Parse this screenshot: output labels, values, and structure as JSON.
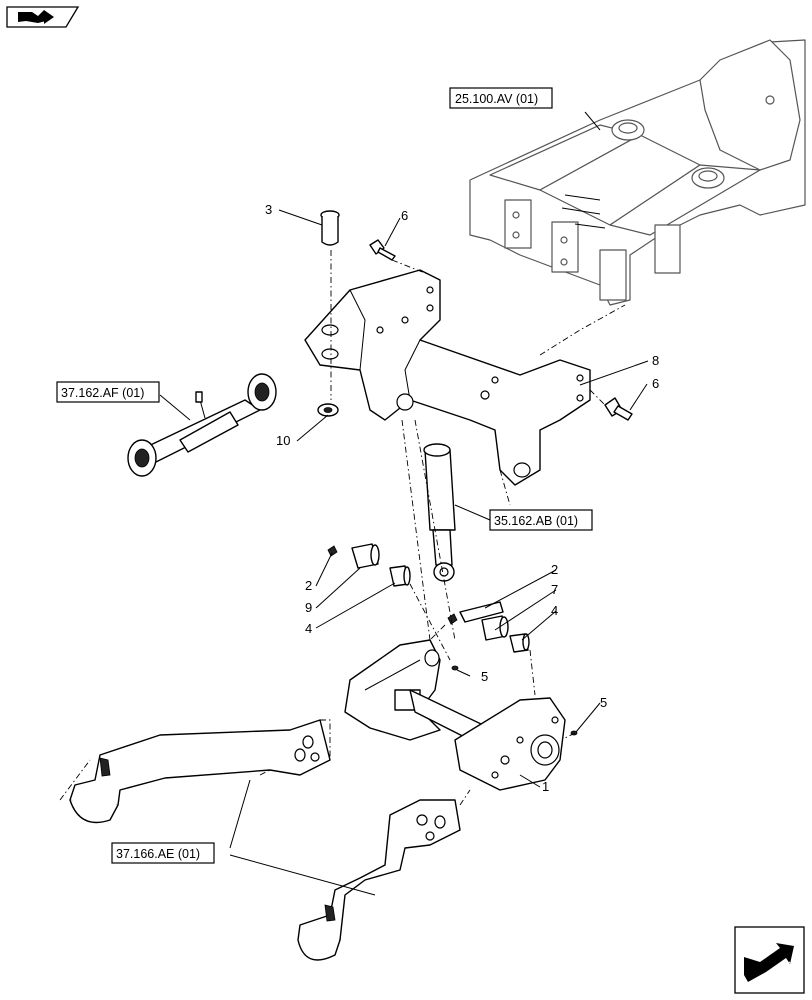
{
  "corner_icons": {
    "top_left": "book-arrow-icon",
    "bottom_right": "next-page-arrow-icon"
  },
  "reference_labels": [
    {
      "id": "ref-25100av",
      "text": "25.100.AV (01)"
    },
    {
      "id": "ref-37162af",
      "text": "37.162.AF (01)"
    },
    {
      "id": "ref-35162ab",
      "text": "35.162.AB (01)"
    },
    {
      "id": "ref-37166ae",
      "text": "37.166.AE (01)"
    }
  ],
  "callouts": [
    {
      "id": "c3",
      "text": "3"
    },
    {
      "id": "c6a",
      "text": "6"
    },
    {
      "id": "c8",
      "text": "8"
    },
    {
      "id": "c6b",
      "text": "6"
    },
    {
      "id": "c10",
      "text": "10"
    },
    {
      "id": "c2a",
      "text": "2"
    },
    {
      "id": "c9",
      "text": "9"
    },
    {
      "id": "c4a",
      "text": "4"
    },
    {
      "id": "c2b",
      "text": "2"
    },
    {
      "id": "c7",
      "text": "7"
    },
    {
      "id": "c4b",
      "text": "4"
    },
    {
      "id": "c5a",
      "text": "5"
    },
    {
      "id": "c5b",
      "text": "5"
    },
    {
      "id": "c1",
      "text": "1"
    }
  ]
}
